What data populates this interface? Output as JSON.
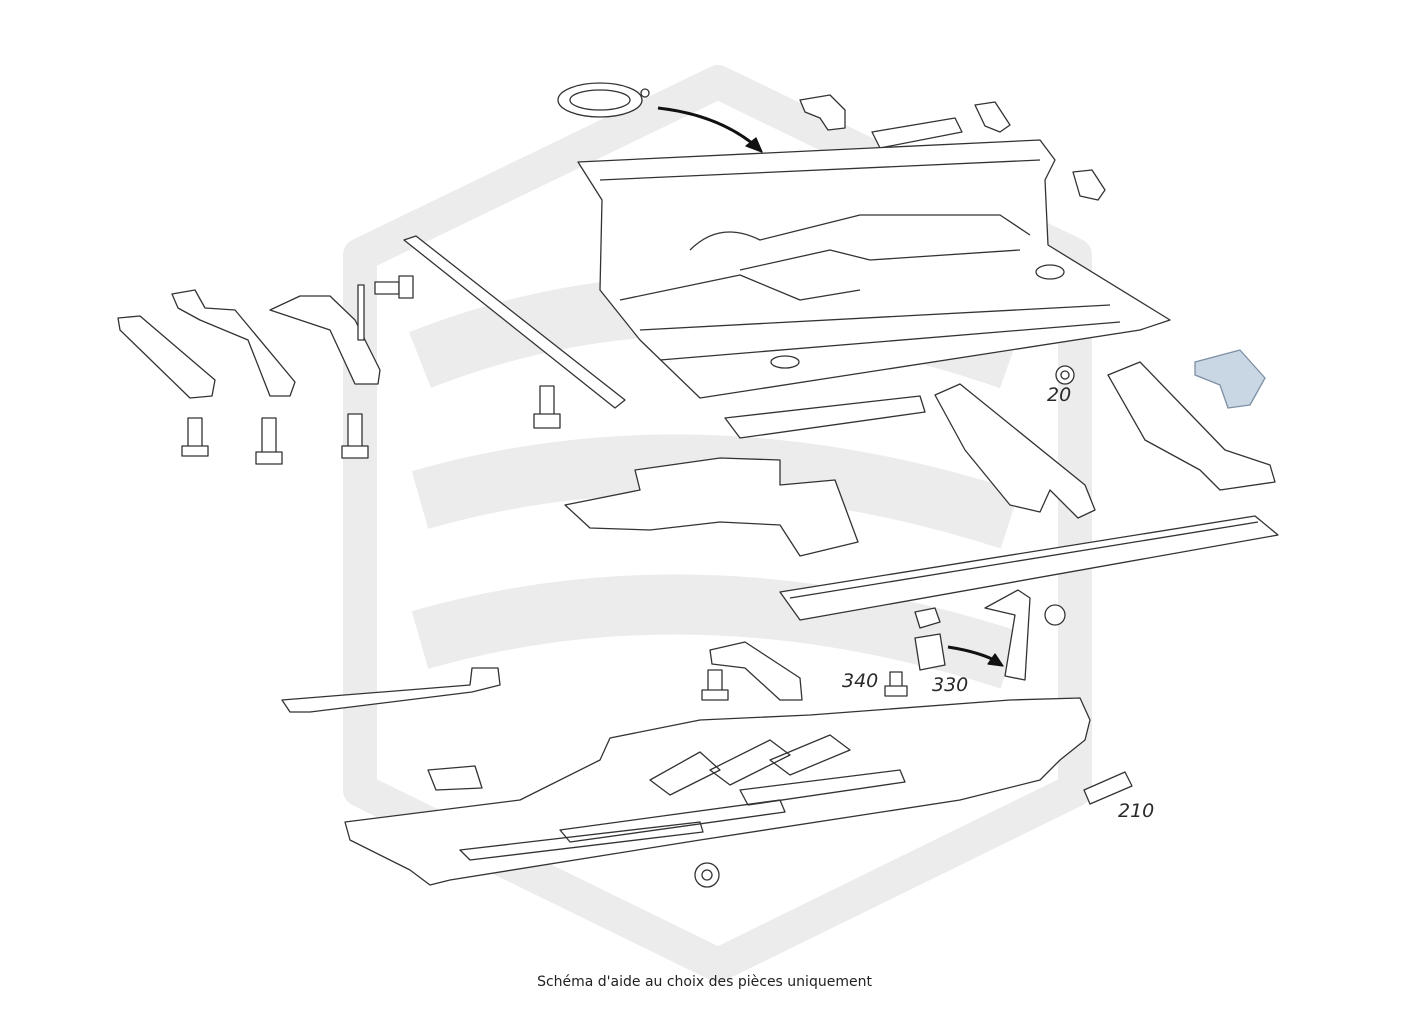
{
  "diagram": {
    "caption": "Schéma d'aide au choix des pièces uniquement",
    "callouts": [
      {
        "id": "20",
        "label": "20"
      },
      {
        "id": "340",
        "label": "340"
      },
      {
        "id": "330",
        "label": "330"
      },
      {
        "id": "210",
        "label": "210"
      }
    ],
    "colors": {
      "line": "#333333",
      "highlight_fill": "#c9d6e4",
      "watermark": "#ececec"
    },
    "icons": [
      "watermark-logo"
    ]
  }
}
